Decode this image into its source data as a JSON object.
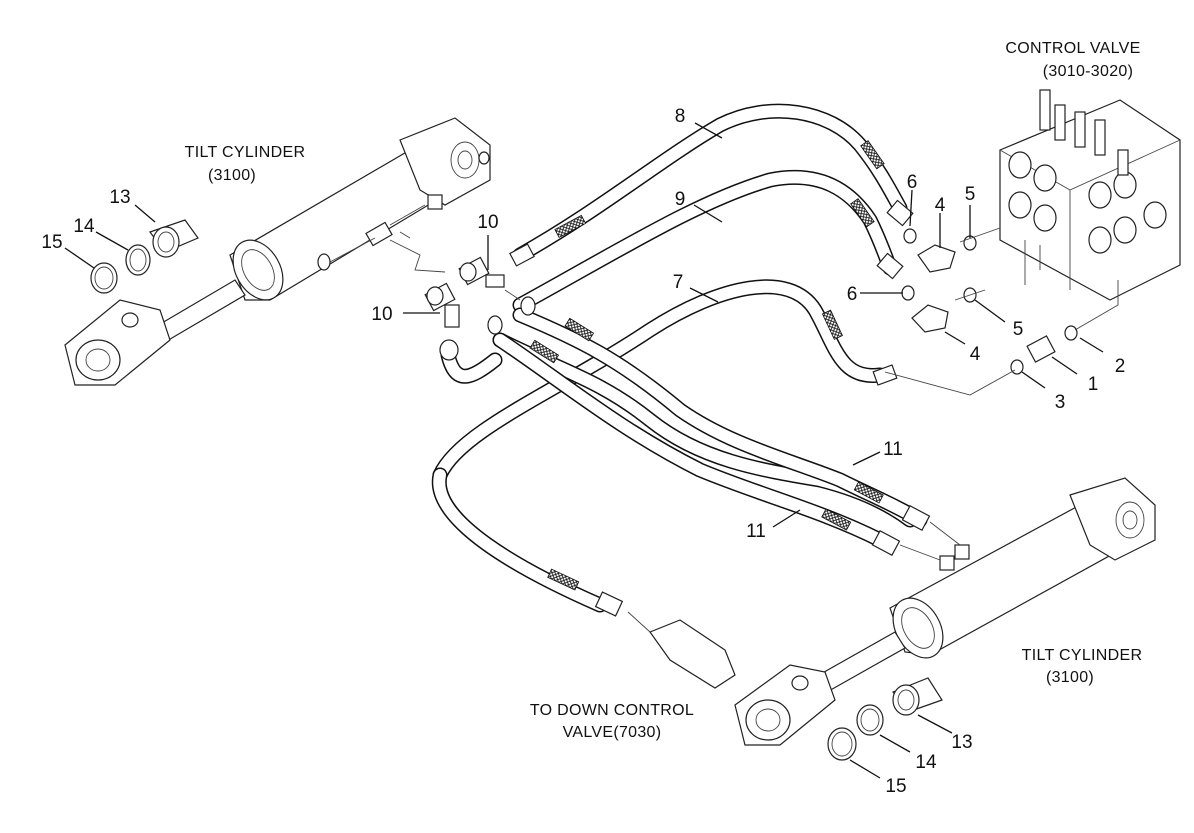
{
  "captions": {
    "control_valve_title": "CONTROL VALVE",
    "control_valve_ref": "(3010-3020)",
    "tilt_cylinder_left_title": "TILT CYLINDER",
    "tilt_cylinder_left_ref": "(3100)",
    "tilt_cylinder_right_title": "TILT CYLINDER",
    "tilt_cylinder_right_ref": "(3100)",
    "down_valve_line1": "TO DOWN CONTROL",
    "down_valve_line2": "VALVE(7030)"
  },
  "part_numbers": {
    "p8": "8",
    "p9": "9",
    "p7": "7",
    "p6a": "6",
    "p6b": "6",
    "p4a": "4",
    "p4b": "4",
    "p5a": "5",
    "p5b": "5",
    "p1": "1",
    "p2": "2",
    "p3": "3",
    "p10a": "10",
    "p10b": "10",
    "p11a": "11",
    "p11b": "11",
    "p13a": "13",
    "p14a": "14",
    "p15a": "15",
    "p13b": "13",
    "p14b": "14",
    "p15b": "15"
  }
}
